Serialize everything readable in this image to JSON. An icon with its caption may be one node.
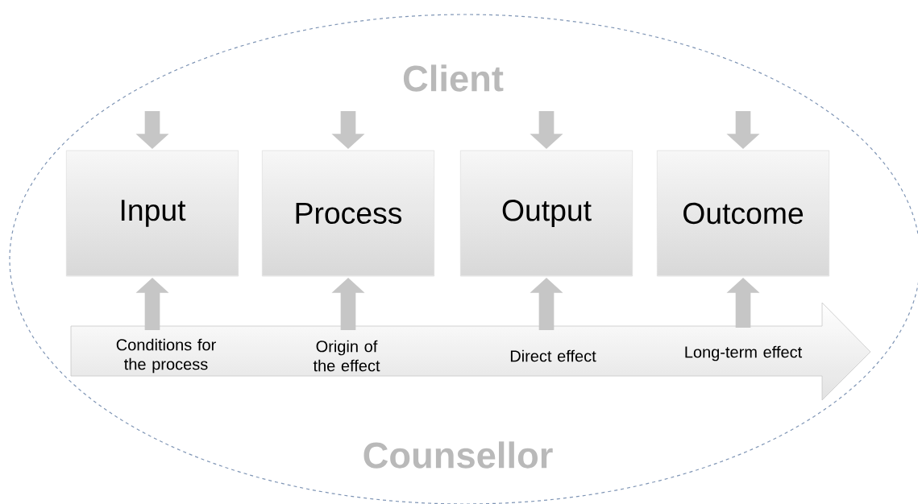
{
  "diagram": {
    "nodes": [
      {
        "text": [
          "Client",
          "Counsellor"
        ]
      },
      {
        "text": [
          "Input"
        ],
        "in": 0
      },
      {
        "text": [
          "Process"
        ],
        "in": 0
      },
      {
        "text": [
          "Output"
        ],
        "in": 0
      },
      {
        "text": [
          "Outcome"
        ],
        "in": 0
      },
      {
        "text": [],
        "shape": "arrow",
        "in": 0
      },
      {
        "text": [
          "Conditions for the process"
        ],
        "in": 5
      },
      {
        "text": [
          "Origin of the effect"
        ],
        "in": 5
      },
      {
        "text": [
          "Direct effect"
        ],
        "in": 5
      },
      {
        "text": [
          "Long-term effect"
        ],
        "in": 5
      }
    ],
    "edges": [
      {
        "from": null,
        "to": 1,
        "arrow": "to"
      },
      {
        "from": null,
        "to": 2,
        "arrow": "to"
      },
      {
        "from": null,
        "to": 3,
        "arrow": "to"
      },
      {
        "from": null,
        "to": 4,
        "arrow": "to"
      },
      {
        "from": 6,
        "to": 1,
        "arrow": "to"
      },
      {
        "from": 7,
        "to": 2,
        "arrow": "to"
      },
      {
        "from": 8,
        "to": 3,
        "arrow": "to"
      },
      {
        "from": 9,
        "to": 4,
        "arrow": "to"
      }
    ]
  }
}
